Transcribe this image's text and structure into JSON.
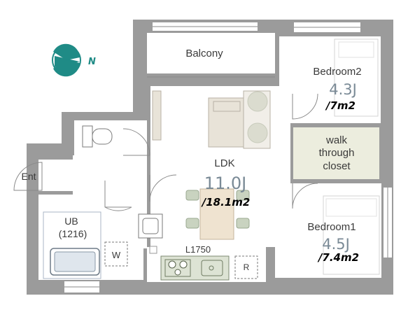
{
  "compass": {
    "label": "N",
    "color": "#1f8b86"
  },
  "rooms": {
    "balcony": {
      "label": "Balcony"
    },
    "bedroom2": {
      "label": "Bedroom2",
      "size": "4.3J",
      "area": "/7m2"
    },
    "closet": {
      "line1": "walk",
      "line2": "through",
      "line3": "closet",
      "color": "#ecedde"
    },
    "ldk": {
      "label": "LDK",
      "size": "11.0J",
      "area": "/18.1m2"
    },
    "bedroom1": {
      "label": "Bedroom1",
      "size": "4.5J",
      "area": "/7.4m2"
    },
    "entrance": {
      "label": "Ent"
    },
    "bath": {
      "line1": "UB",
      "line2": "(1216)",
      "color": "#dde9f4"
    },
    "washer": {
      "label": "W"
    },
    "kitchen": {
      "label": "L1750",
      "color": "#dde3d4"
    },
    "fridge": {
      "label": "R"
    }
  }
}
